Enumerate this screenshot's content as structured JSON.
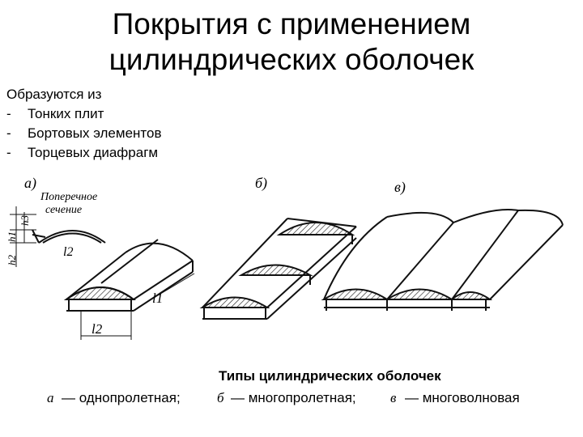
{
  "title": {
    "line1": "Покрытия с применением",
    "line2": "цилиндрических оболочек"
  },
  "intro": "Образуются из",
  "items": [
    {
      "dash": "-",
      "text": "Тонких плит"
    },
    {
      "dash": "-",
      "text": "Бортовых элементов"
    },
    {
      "dash": "-",
      "text": "Торцевых диафрагм"
    }
  ],
  "figure": {
    "panel_a": "а)",
    "panel_b": "б)",
    "panel_c": "в)",
    "cross_section_line1": "Поперечное",
    "cross_section_line2": "сечение",
    "dim_h3": "h3",
    "dim_h1": "h1",
    "dim_h2": "h2",
    "dim_l2_section": "l2",
    "dim_l1": "l1",
    "dim_l2_base": "l2",
    "caption_title": "Типы цилиндрических оболочек",
    "caption_a_letter": "а",
    "caption_a_text": "— однопролетная;",
    "caption_b_letter": "б",
    "caption_b_text": "— многопролетная;",
    "caption_c_letter": "в",
    "caption_c_text": "— многоволновая"
  }
}
